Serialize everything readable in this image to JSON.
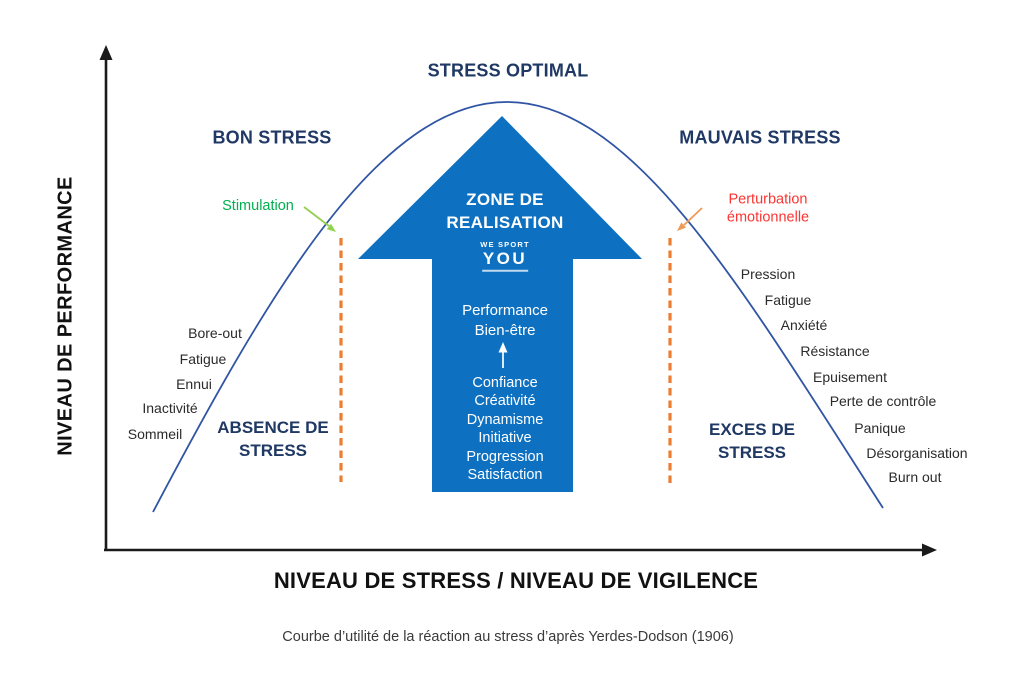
{
  "colors": {
    "navy": "#1F3864",
    "curve_blue": "#3055A4",
    "arrow_blue": "#0D70C0",
    "green_text": "#00B050",
    "green_arrow": "#92D050",
    "orange_dash": "#ED7D31",
    "orange_arrow": "#F09955",
    "red": "#FC3532",
    "axis_black": "#1A1A1A"
  },
  "axes": {
    "y_label": "NIVEAU DE PERFORMANCE",
    "x_label": "NIVEAU DE STRESS / NIVEAU DE VIGILENCE"
  },
  "caption": "Courbe d’utilité de la réaction au stress d’après Yerdes-Dodson (1906)",
  "zone_labels": {
    "top": "STRESS OPTIMAL",
    "left": "BON STRESS",
    "right": "MAUVAIS STRESS",
    "bottom_left_line1": "ABSENCE DE",
    "bottom_left_line2": "STRESS",
    "bottom_right_line1": "EXCES DE",
    "bottom_right_line2": "STRESS"
  },
  "annotations": {
    "stimulation": "Stimulation",
    "perturbation_line1": "Perturbation",
    "perturbation_line2": "émotionnelle"
  },
  "realisation_arrow": {
    "title_line1": "ZONE DE",
    "title_line2": "REALISATION",
    "logo_line1": "WE SPORT",
    "logo_line2": "YOU",
    "upper_items": [
      "Performance",
      "Bien-être"
    ],
    "lower_items": [
      "Confiance",
      "Créativité",
      "Dynamisme",
      "Initiative",
      "Progression",
      "Satisfaction"
    ]
  },
  "left_curve_labels": [
    "Bore-out",
    "Fatigue",
    "Ennui",
    "Inactivité",
    "Sommeil"
  ],
  "right_curve_labels": [
    "Pression",
    "Fatigue",
    "Anxiété",
    "Résistance",
    "Epuisement",
    "Perte de contrôle",
    "Panique",
    "Désorganisation",
    "Burn out"
  ]
}
